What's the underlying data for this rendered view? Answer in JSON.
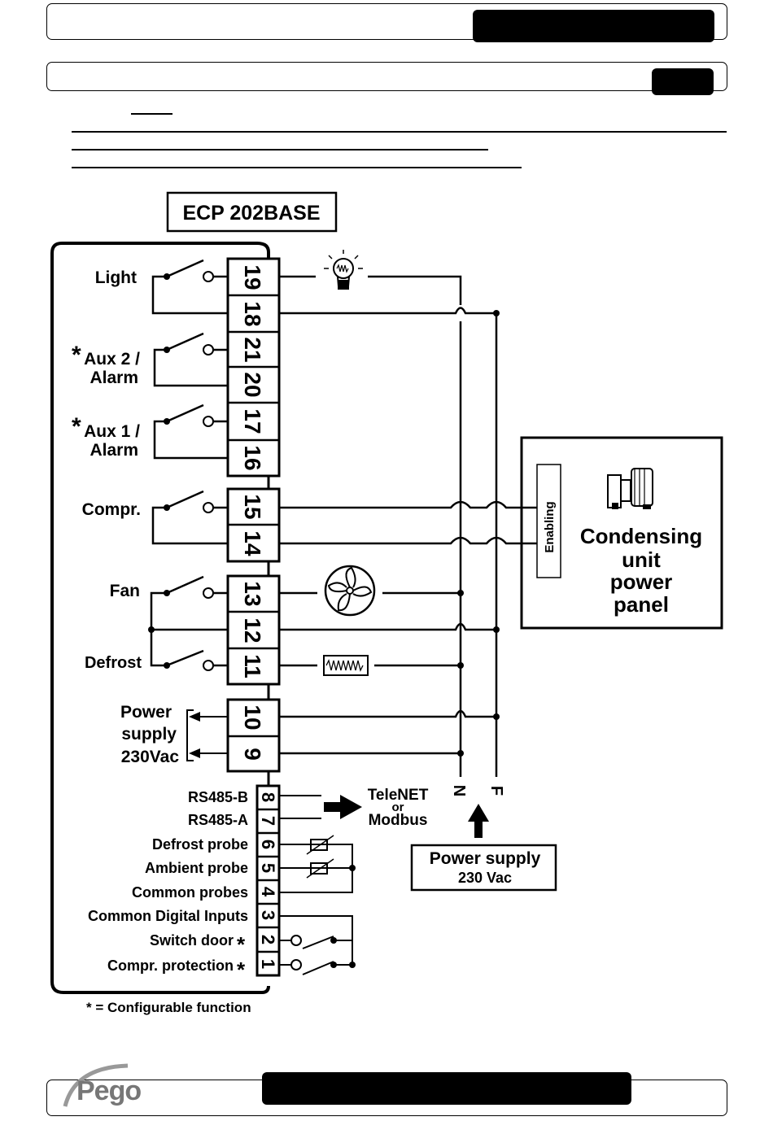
{
  "header": {
    "top_bar": "",
    "section_bar": ""
  },
  "diagram": {
    "model": "ECP 202BASE",
    "relays": [
      {
        "label": "Light",
        "terminals": [
          "19",
          "18"
        ]
      },
      {
        "label": "Aux 2 / Alarm",
        "terminals": [
          "21",
          "20"
        ],
        "configurable": true
      },
      {
        "label": "Aux 1 / Alarm",
        "terminals": [
          "17",
          "16"
        ],
        "configurable": true
      },
      {
        "label": "Compr.",
        "terminals": [
          "15",
          "14"
        ]
      },
      {
        "label": "Fan",
        "terminals": [
          "13",
          "12"
        ]
      },
      {
        "label": "Defrost",
        "terminals": [
          "11"
        ]
      }
    ],
    "labels": {
      "light": "Light",
      "aux2_line1": "Aux 2 /",
      "aux2_line2": "Alarm",
      "aux1_line1": "Aux 1 /",
      "aux1_line2": "Alarm",
      "compr": "Compr.",
      "fan": "Fan",
      "defrost": "Defrost",
      "power_line1": "Power",
      "power_line2": "supply",
      "power_line3": "230Vac",
      "rs485b": "RS485-B",
      "rs485a": "RS485-A",
      "defrost_probe": "Defrost probe",
      "ambient_probe": "Ambient probe",
      "common_probes": "Common probes",
      "common_digital": "Common Digital Inputs",
      "switch_door": "Switch door",
      "compr_protection": "Compr. protection",
      "asterisk": "*",
      "telenet": "TeleNET",
      "or": "or",
      "modbus": "Modbus",
      "ps_box_line1": "Power supply",
      "ps_box_line2": "230 Vac",
      "n_label": "N",
      "f_label": "F",
      "enabling": "Enabling",
      "cond_line1": "Condensing",
      "cond_line2": "unit",
      "cond_line3": "power",
      "cond_line4": "panel"
    },
    "terminal_numbers": [
      "19",
      "18",
      "21",
      "20",
      "17",
      "16",
      "15",
      "14",
      "13",
      "12",
      "11",
      "10",
      "9"
    ],
    "small_terminal_numbers": [
      "8",
      "7",
      "6",
      "5",
      "4",
      "3",
      "2",
      "1"
    ],
    "footnote": "* = Configurable function"
  },
  "footer": {
    "logo": "Pego",
    "bottom_bar": ""
  }
}
